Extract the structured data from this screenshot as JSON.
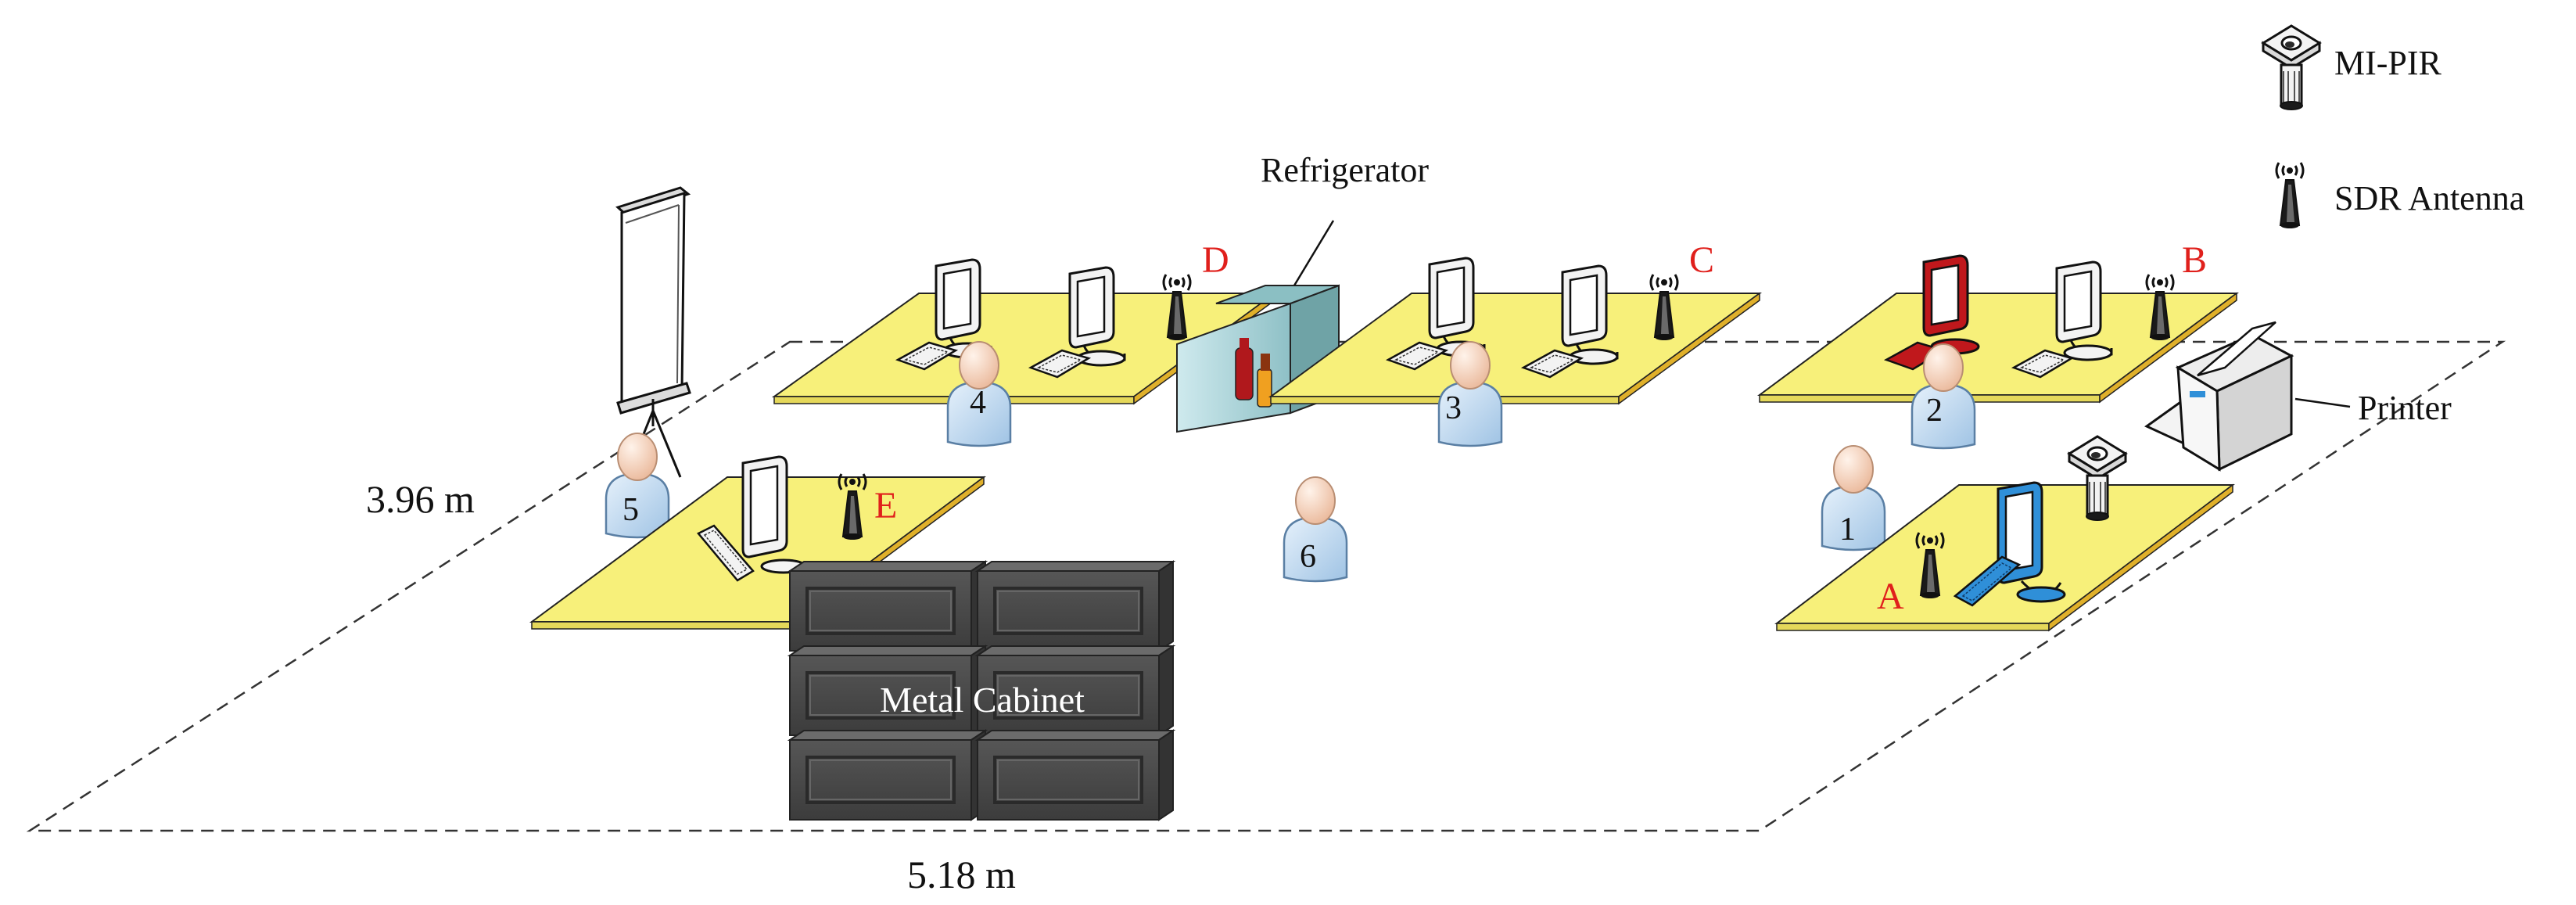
{
  "legend": {
    "mi_pir_label": "MI-PIR",
    "sdr_antenna_label": "SDR Antenna"
  },
  "dimensions": {
    "depth": "3.96 m",
    "width": "5.18 m"
  },
  "objects": {
    "refrigerator_label": "Refrigerator",
    "printer_label": "Printer",
    "cabinet_label": "Metal Cabinet"
  },
  "antenna_letters": {
    "a": "A",
    "b": "B",
    "c": "C",
    "d": "D",
    "e": "E"
  },
  "people": {
    "p1": "1",
    "p2": "2",
    "p3": "3",
    "p4": "4",
    "p5": "5",
    "p6": "6"
  },
  "colors": {
    "desk": "#f7f07a",
    "desk_edge": "#e0b02a",
    "person": "#c8dff2",
    "person_outline": "#5a7fa4",
    "head": "#f6d7c5",
    "cabinet": "#4a4a4a",
    "label_red": "#e0201c",
    "screen_blue": "#2f8fd8",
    "screen_red": "#c0181c",
    "fridge": "#6fa3a6"
  }
}
